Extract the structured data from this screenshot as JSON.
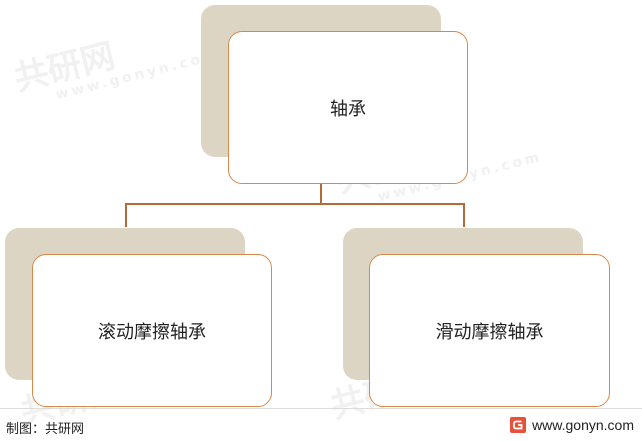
{
  "diagram": {
    "root": {
      "label": "轴承"
    },
    "children": [
      {
        "label": "滚动摩擦轴承"
      },
      {
        "label": "滑动摩擦轴承"
      }
    ]
  },
  "watermark": {
    "brand": "共研网",
    "site": "www.gonyn.com"
  },
  "footer": {
    "credit": "制图：共研网",
    "site": "www.gonyn.com",
    "logo_icon": "gonyn-logo-icon"
  },
  "colors": {
    "node_border": "#d8894a",
    "shadow": "#ddd5c4",
    "connector": "#b56a3a",
    "logo": "#e8503a"
  }
}
